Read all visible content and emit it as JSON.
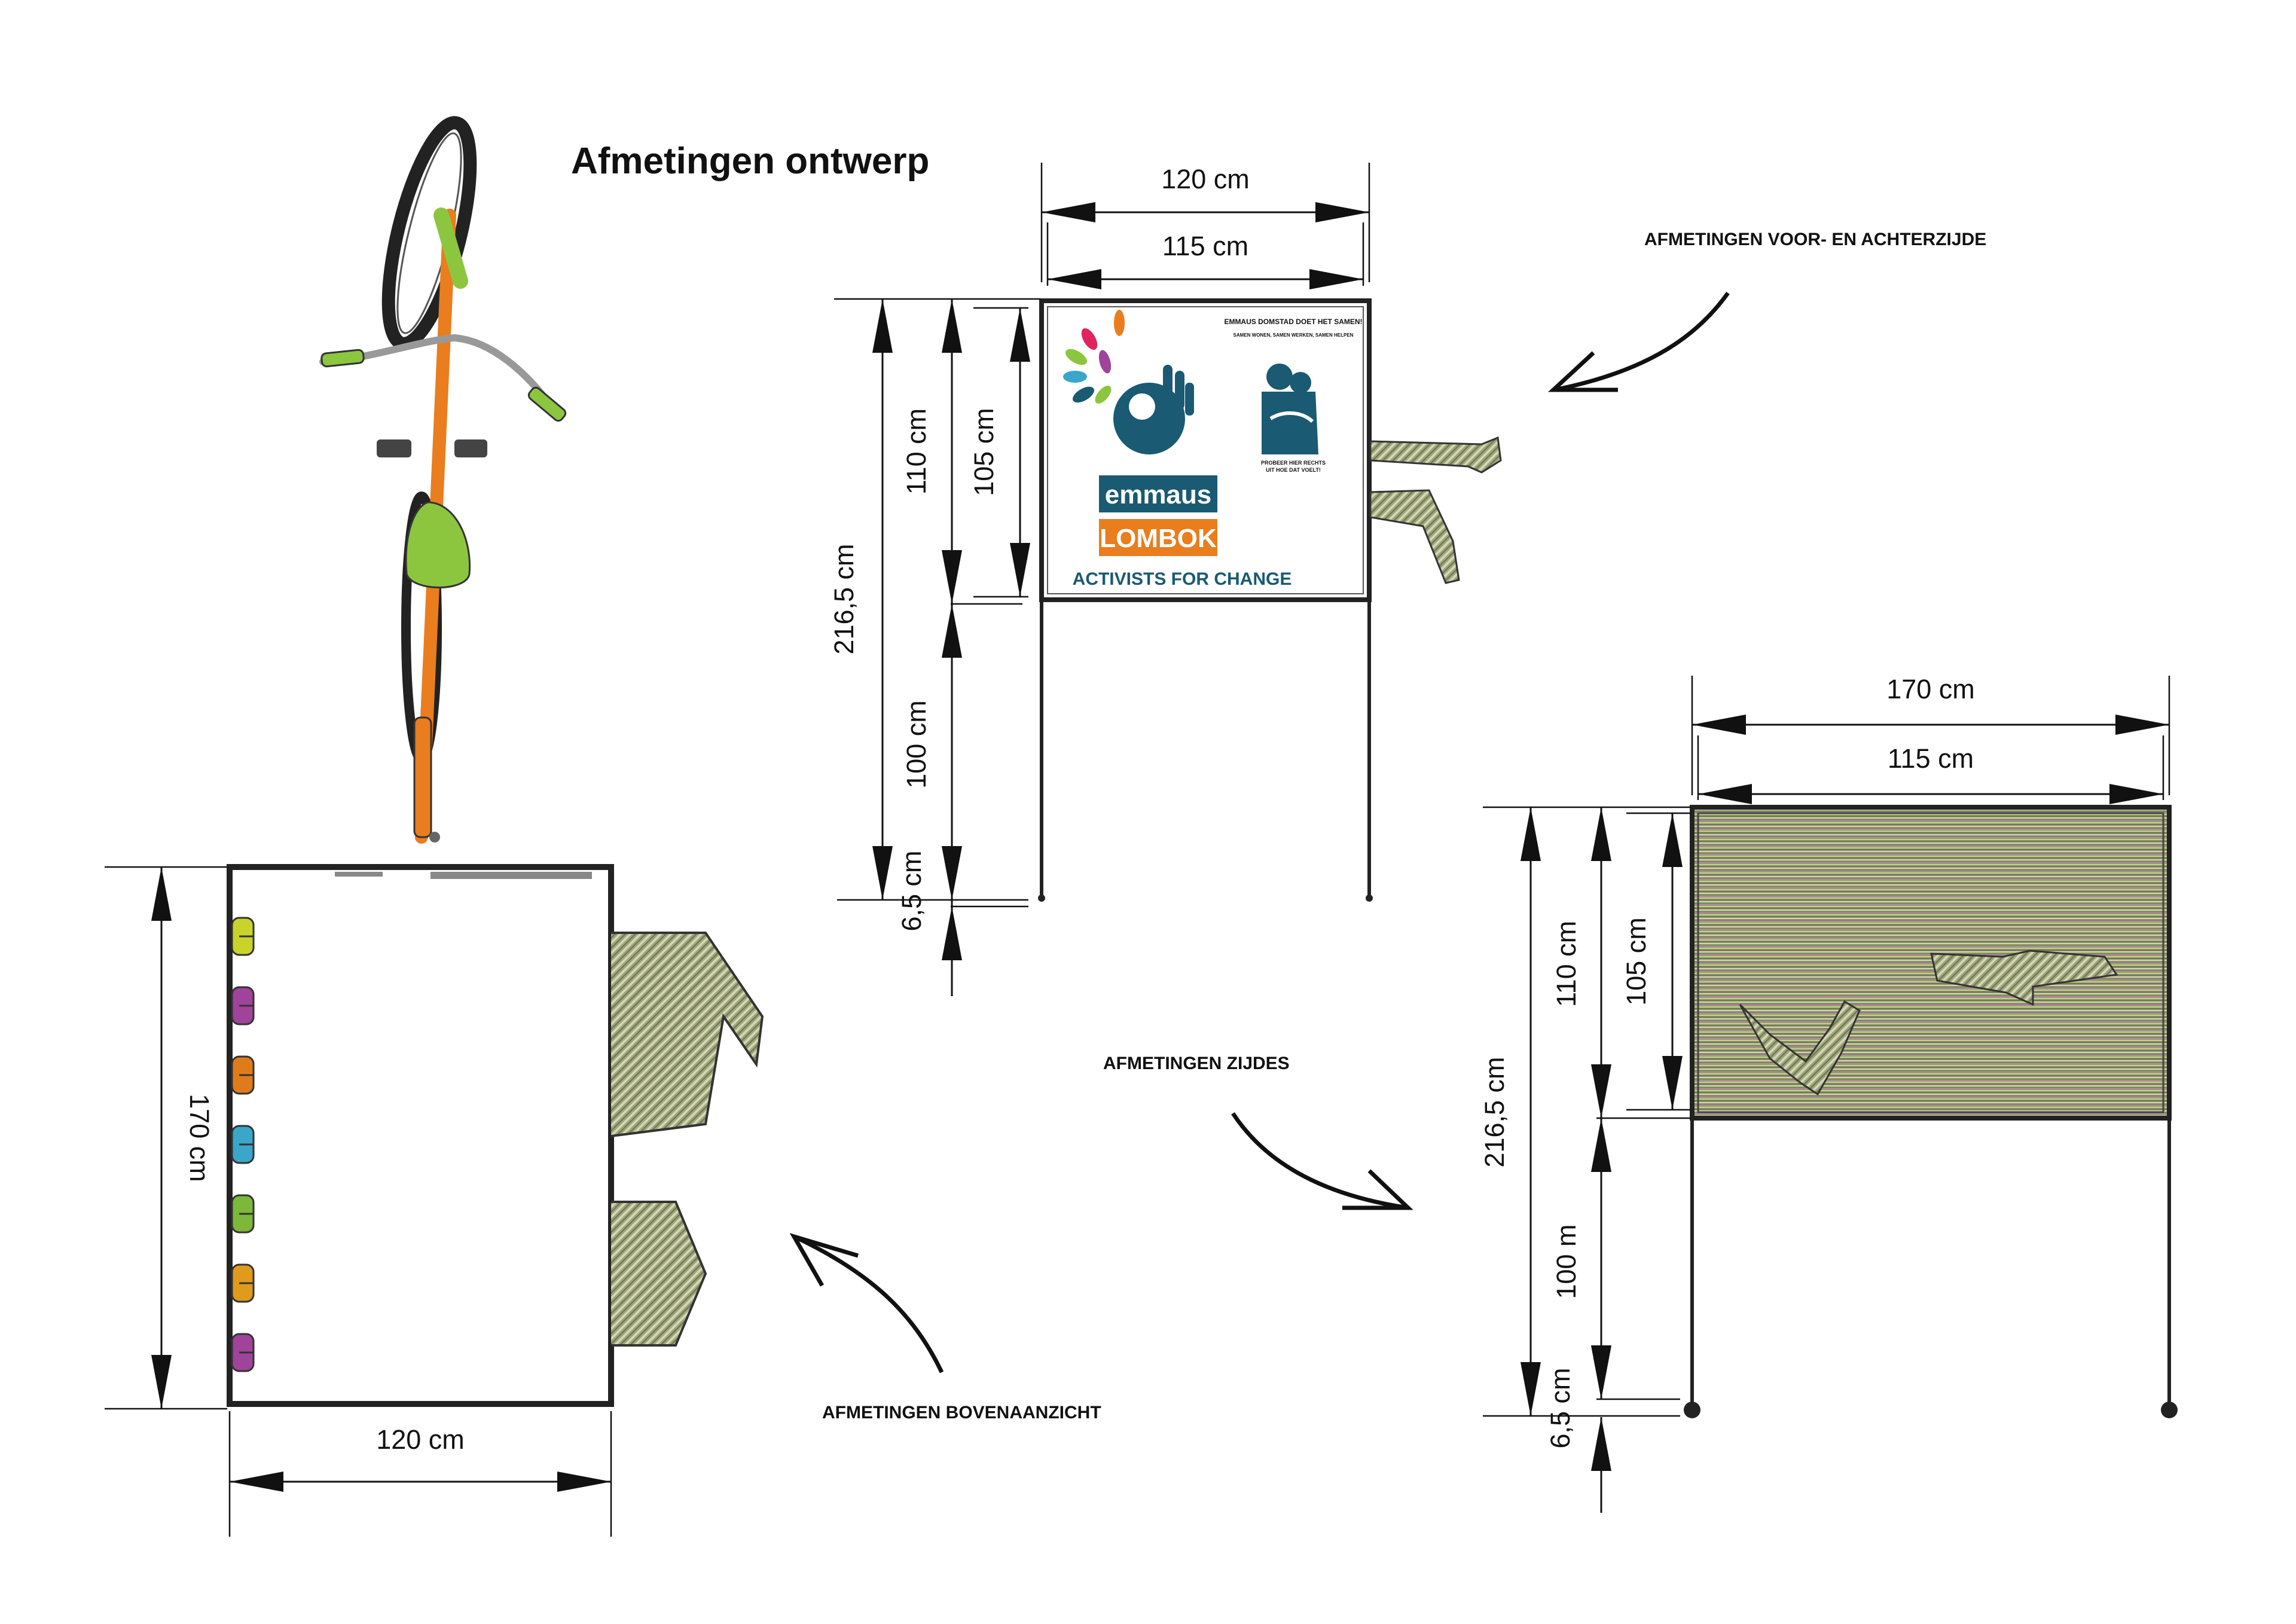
{
  "title": "Afmetingen ontwerp",
  "captions": {
    "front_back": "AFMETINGEN VOOR- EN ACHTERZIJDE",
    "sides": "AFMETINGEN ZIJDES",
    "top": "AFMETINGEN BOVENAANZICHT"
  },
  "front_view": {
    "width_total": "120 cm",
    "width_panel": "115 cm",
    "height_total": "216,5 cm",
    "height_panel_frame": "110 cm",
    "height_panel": "105 cm",
    "height_legs": "100 cm",
    "height_foot": "6,5 cm"
  },
  "side_view": {
    "width_total": "170 cm",
    "width_panel": "115 cm",
    "height_total": "216,5 cm",
    "height_panel_frame": "110 cm",
    "height_panel": "105 cm",
    "height_legs": "100 m",
    "height_foot": "6,5 cm"
  },
  "top_view": {
    "depth": "170 cm",
    "width": "120 cm"
  },
  "poster": {
    "headline": "EMMAUS DOMSTAD DOET HET SAMEN!",
    "subline": "SAMEN WONEN, SAMEN WERKEN, SAMEN HELPEN",
    "brand_top": "emmaus",
    "brand_bottom": "LOMBOK",
    "tagline": "ACTIVISTS FOR CHANGE",
    "hug_caption_1": "PROBEER HIER RECHTS",
    "hug_caption_2": "UIT HOE DAT VOELT!",
    "colors": {
      "teal": "#1a5a72",
      "orange": "#ea7d1e",
      "green": "#8cc63f"
    }
  },
  "handle_colors": [
    "#c9d42a",
    "#a0439a",
    "#e07b1c",
    "#3aa6c9",
    "#7db83a",
    "#e09a1c",
    "#a0439a"
  ]
}
